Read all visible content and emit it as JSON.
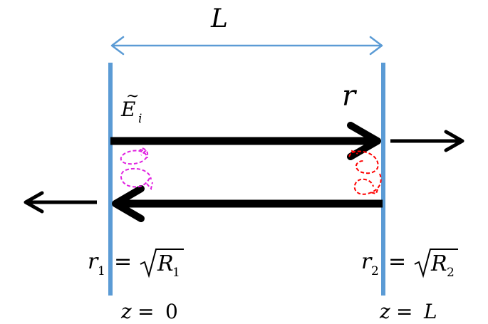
{
  "labels": {
    "cavity_length": "L",
    "mirror_r": "r",
    "field": "E",
    "field_tilde": "~",
    "field_sub": "i",
    "r1": {
      "sym": "r",
      "sub": "1",
      "eq": "=",
      "R": "R",
      "Rsub": "1"
    },
    "r2": {
      "sym": "r",
      "sub": "2",
      "eq": "=",
      "R": "R",
      "Rsub": "2"
    },
    "z_left": {
      "sym": "z",
      "eq": "=",
      "val": "0"
    },
    "z_right": {
      "sym": "z",
      "eq": "=",
      "val": "L"
    }
  },
  "colors": {
    "mirror": "#5b9bd5",
    "dimension_arrow": "#5b9bd5",
    "beam": "#000000",
    "loop_left": "#e020e0",
    "loop_right": "#ff0000"
  }
}
